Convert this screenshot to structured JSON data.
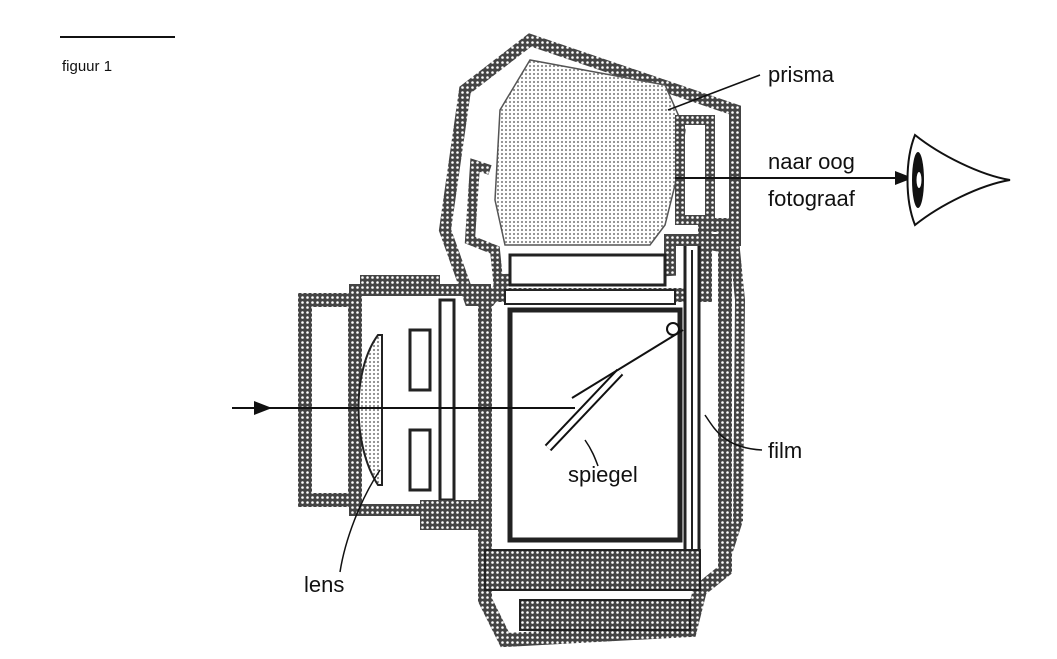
{
  "figure": {
    "caption": "figuur 1"
  },
  "labels": {
    "prism": "prisma",
    "to_eye_line1": "naar oog",
    "to_eye_line2": "fotograaf",
    "film": "film",
    "mirror": "spiegel",
    "lens": "lens"
  },
  "colors": {
    "ink": "#1a1a1a",
    "shaded_glass": "#bdbdbd",
    "background": "#ffffff"
  }
}
